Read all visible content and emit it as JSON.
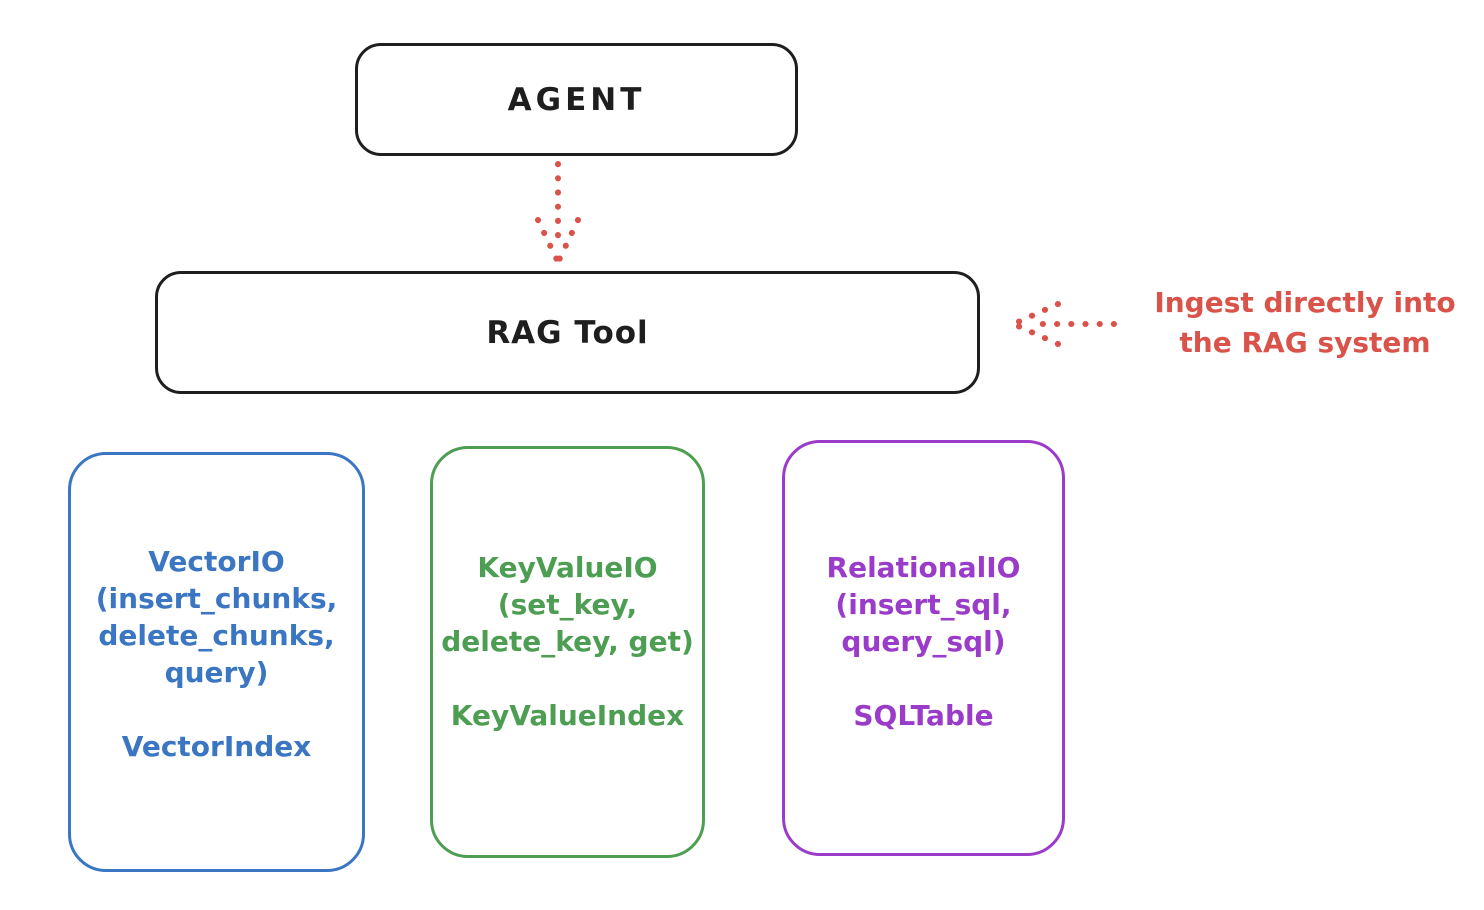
{
  "diagram": {
    "title_hint": "RAG Tool architecture sketch",
    "background_color": "#ffffff",
    "stroke_color_black": "#1e1e1e",
    "accent_red": "#d9534a",
    "nodes": {
      "agent": {
        "label": "AGENT",
        "color": "#1e1e1e"
      },
      "rag_tool": {
        "label": "RAG Tool",
        "color": "#1e1e1e"
      },
      "vector_io": {
        "color": "#3b76c2",
        "lines": [
          "VectorIO",
          "(insert_chunks,",
          "delete_chunks,",
          "query)"
        ],
        "secondary": "VectorIndex"
      },
      "key_value_io": {
        "color": "#4d9e52",
        "lines": [
          "KeyValueIO",
          "(set_key,",
          "delete_key, get)"
        ],
        "secondary": "KeyValueIndex"
      },
      "relational_io": {
        "color": "#9a3bc9",
        "lines": [
          "RelationalIO",
          "(insert_sql,",
          "query_sql)"
        ],
        "secondary": "SQLTable"
      }
    },
    "annotation": {
      "color": "#d9534a",
      "lines": [
        "Ingest directly into",
        "the RAG system"
      ]
    },
    "arrows": {
      "agent_to_rag": {
        "style": "dotted",
        "color": "#d9534a",
        "direction": "down"
      },
      "annotation_to_rag": {
        "style": "dotted",
        "color": "#d9534a",
        "direction": "left"
      }
    }
  }
}
